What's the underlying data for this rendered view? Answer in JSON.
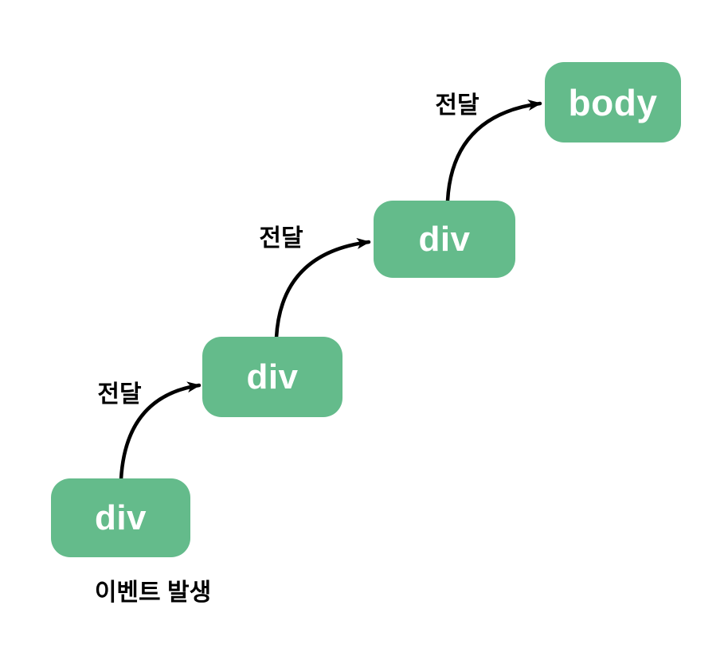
{
  "diagram": {
    "type": "event-bubbling-flow",
    "background": "#ffffff",
    "colors": {
      "node_fill": "#64BB8B",
      "node_text": "#ffffff",
      "arrow": "#000000",
      "label_text": "#000000"
    },
    "nodes": [
      {
        "id": "div-1",
        "label": "div"
      },
      {
        "id": "div-2",
        "label": "div"
      },
      {
        "id": "div-3",
        "label": "div"
      },
      {
        "id": "body",
        "label": "body"
      }
    ],
    "arrows": [
      {
        "from": "div-1",
        "to": "div-2",
        "label": "전달"
      },
      {
        "from": "div-2",
        "to": "div-3",
        "label": "전달"
      },
      {
        "from": "div-3",
        "to": "body",
        "label": "전달"
      }
    ],
    "caption": "이벤트 발생"
  }
}
